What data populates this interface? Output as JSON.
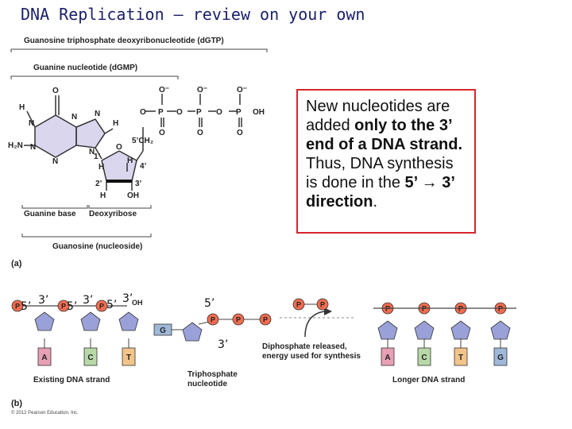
{
  "title": "DNA Replication – review on your own",
  "note": {
    "l1": "New nucleotides are",
    "l2a": "added ",
    "l2b": "only to the 3’",
    "l3": "end of a DNA strand.",
    "l4": "Thus, DNA synthesis",
    "l5a": "is done in the ",
    "l5b": "5’ → 3’",
    "l6a": "direction",
    "l6b": "."
  },
  "panel_a": {
    "dgtp_label": "Guanosine triphosphate deoxyribonucleotide (dGTP)",
    "dgmp_label": "Guanine nucleotide (dGMP)",
    "base_label": "Guanine base",
    "sugar_label": "Deoxyribose",
    "nucleoside_label": "Guanosine (nucleoside)",
    "letter": "(a)"
  },
  "panel_b": {
    "letter": "(b)",
    "existing_label": "Existing DNA strand",
    "triphosphate_label": "Triphosphate\nnucleotide",
    "released_label": "Diphosphate released,\nenergy used for synthesis",
    "longer_label": "Longer DNA strand",
    "primes": [
      "5’",
      "3’",
      "5’",
      "3’",
      "5’",
      "3’",
      "5’",
      "3’"
    ],
    "existing_bases": [
      "A",
      "C",
      "T"
    ],
    "incoming_base": "G",
    "longer_bases": [
      "A",
      "C",
      "T",
      "G"
    ],
    "phosphate_symbol": "P",
    "oh": "OH"
  },
  "copyright": "© 2012 Pearson Education, Inc.",
  "colors": {
    "title": "#1a1f6b",
    "border": "#d7262b",
    "phosphate": "#f26c4f",
    "sugar": "#9aa0d8",
    "base_A": "#e8a0b4",
    "base_C": "#b8d8a8",
    "base_T": "#f2c48a",
    "base_G": "#9fb8d8"
  }
}
